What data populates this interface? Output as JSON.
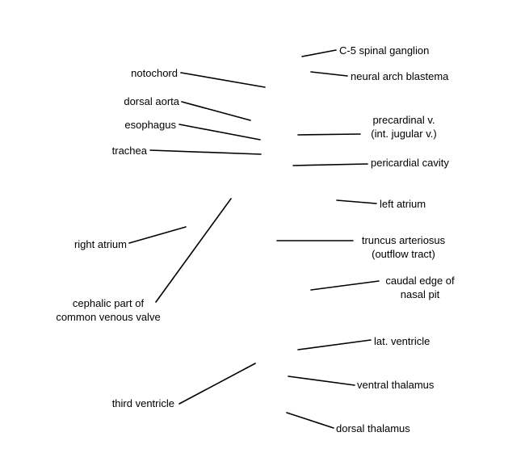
{
  "labels": [
    {
      "id": "c5-spinal-ganglion",
      "text": "C-5 spinal ganglion"
    },
    {
      "id": "neural-arch-blastema",
      "text": "neural arch blastema"
    },
    {
      "id": "notochord",
      "text": "notochord"
    },
    {
      "id": "dorsal-aorta",
      "text": "dorsal aorta"
    },
    {
      "id": "precardinal-v",
      "text": "precardinal v.\n(int. jugular v.)"
    },
    {
      "id": "esophagus",
      "text": "esophagus"
    },
    {
      "id": "trachea",
      "text": "trachea"
    },
    {
      "id": "pericardial-cavity",
      "text": "pericardial cavity"
    },
    {
      "id": "left-atrium",
      "text": "left atrium"
    },
    {
      "id": "right-atrium",
      "text": "right atrium"
    },
    {
      "id": "truncus-arteriosus",
      "text": "truncus arteriosus\n(outflow tract)"
    },
    {
      "id": "caudal-edge-nasal-pit",
      "text": "caudal edge of\nnasal pit"
    },
    {
      "id": "cephalic-common-venous-valve",
      "text": "cephalic part of\ncommon venous valve"
    },
    {
      "id": "lat-ventricle",
      "text": "lat. ventricle"
    },
    {
      "id": "ventral-thalamus",
      "text": "ventral thalamus"
    },
    {
      "id": "third-ventricle",
      "text": "third ventricle"
    },
    {
      "id": "dorsal-thalamus",
      "text": "dorsal thalamus"
    }
  ],
  "colors": {
    "line": "#000000",
    "text": "#000000",
    "background": "#ffffff"
  }
}
